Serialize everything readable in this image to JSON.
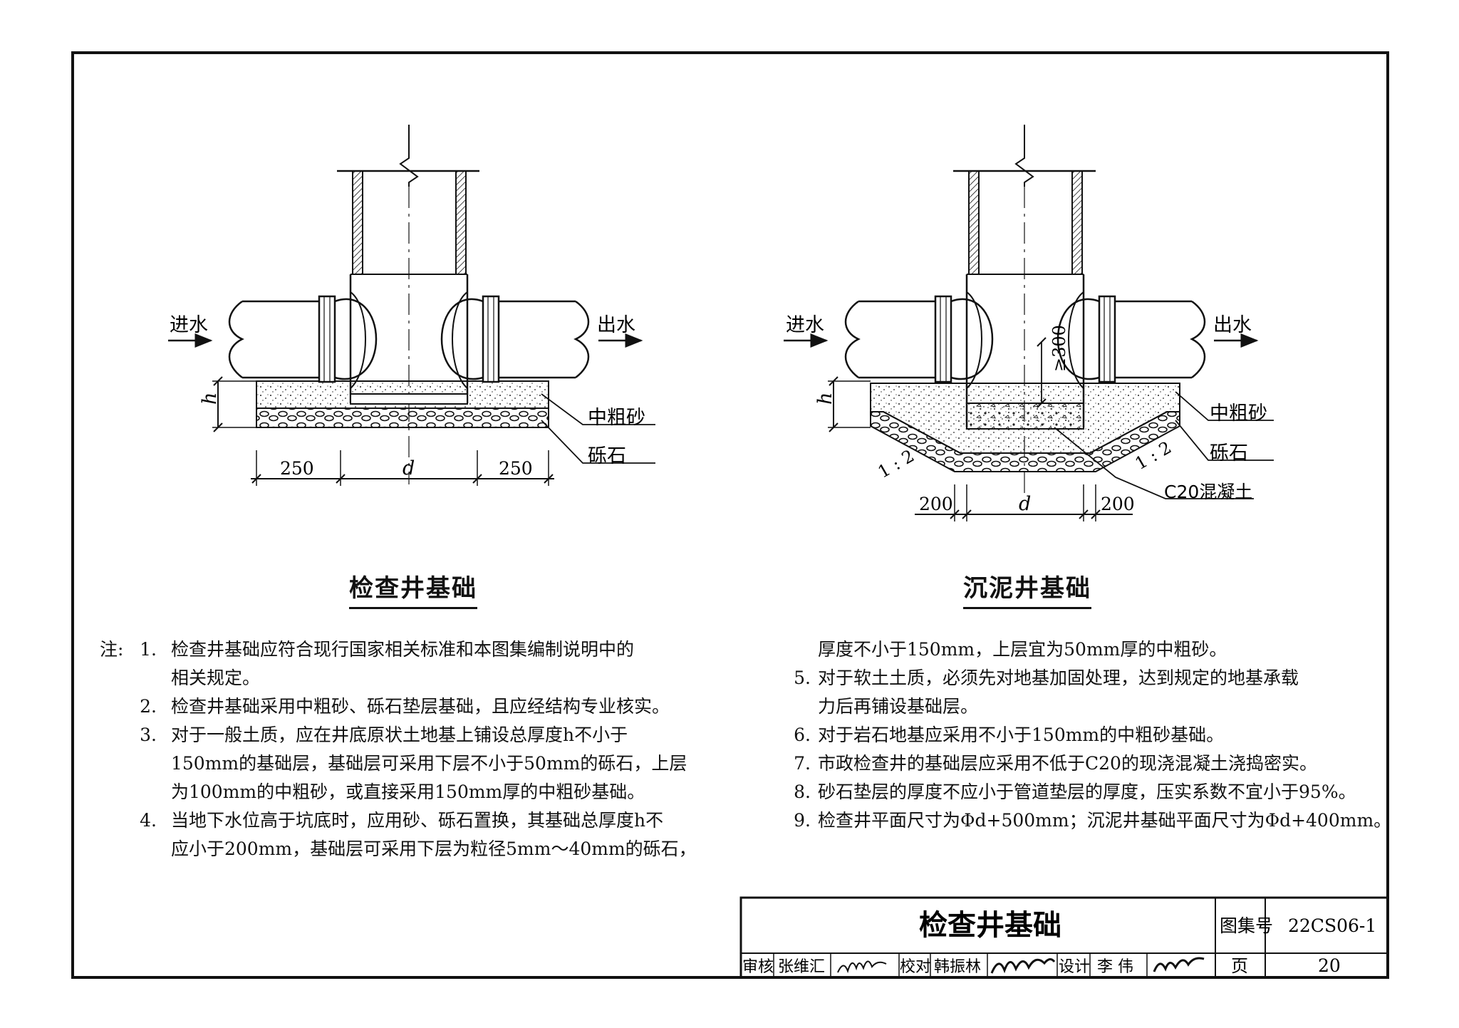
{
  "drawing_left": {
    "inlet_label": "进水",
    "outlet_label": "出水",
    "sand_label": "中粗砂",
    "gravel_label": "砾石",
    "h_label": "h",
    "dim_left": "250",
    "dim_mid": "d",
    "dim_right": "250",
    "caption": "检查井基础"
  },
  "drawing_right": {
    "inlet_label": "进水",
    "outlet_label": "出水",
    "sand_label": "中粗砂",
    "gravel_label": "砾石",
    "concrete_label": "C20混凝土",
    "h_label": "h",
    "depth_label": "≥300",
    "slope_left": "1 : 2",
    "slope_right": "1 : 2",
    "dim_left": "200",
    "dim_mid": "d",
    "dim_right": "200",
    "caption": "沉泥井基础"
  },
  "notes": {
    "prefix": "注:",
    "left": [
      {
        "num": "1.",
        "text": "检查井基础应符合现行国家相关标准和本图集编制说明中的"
      },
      {
        "num": "",
        "text": "相关规定。"
      },
      {
        "num": "2.",
        "text": "检查井基础采用中粗砂、砾石垫层基础，且应经结构专业核实。"
      },
      {
        "num": "3.",
        "text": "对于一般土质，应在井底原状土地基上铺设总厚度h不小于"
      },
      {
        "num": "",
        "text": "150mm的基础层，基础层可采用下层不小于50mm的砾石，上层"
      },
      {
        "num": "",
        "text": "为100mm的中粗砂，或直接采用150mm厚的中粗砂基础。"
      },
      {
        "num": "4.",
        "text": "当地下水位高于坑底时，应用砂、砾石置换，其基础总厚度h不"
      },
      {
        "num": "",
        "text": "应小于200mm，基础层可采用下层为粒径5mm～40mm的砾石，"
      }
    ],
    "right": [
      {
        "num": "",
        "text": "厚度不小于150mm，上层宜为50mm厚的中粗砂。"
      },
      {
        "num": "5.",
        "text": "对于软土土质，必须先对地基加固处理，达到规定的地基承载"
      },
      {
        "num": "",
        "text": "力后再铺设基础层。"
      },
      {
        "num": "6.",
        "text": "对于岩石地基应采用不小于150mm的中粗砂基础。"
      },
      {
        "num": "7.",
        "text": "市政检查井的基础层应采用不低于C20的现浇混凝土浇捣密实。"
      },
      {
        "num": "8.",
        "text": "砂石垫层的厚度不应小于管道垫层的厚度，压实系数不宜小于95%。"
      },
      {
        "num": "9.",
        "text": "检查井平面尺寸为Φd+500mm；沉泥井基础平面尺寸为Φd+400mm。"
      }
    ]
  },
  "title_block": {
    "title": "检查井基础",
    "atlas_label": "图集号",
    "atlas_no": "22CS06-1",
    "page_label": "页",
    "page_no": "20",
    "review_label": "审核",
    "reviewer": "张维汇",
    "reviewer_sign": "",
    "check_label": "校对",
    "checker": "韩振林",
    "checker_sign": "",
    "design_label": "设计",
    "designer": "李 伟",
    "designer_sign": ""
  }
}
